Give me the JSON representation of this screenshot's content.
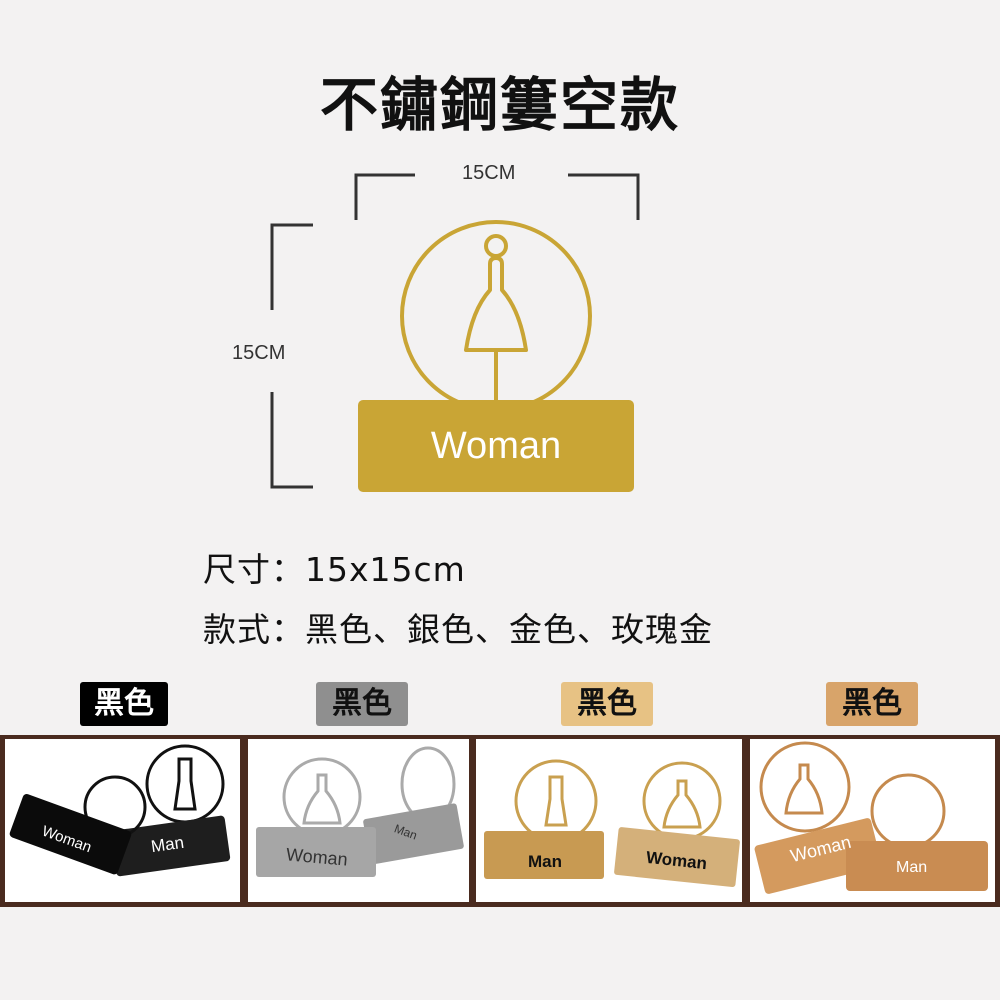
{
  "title": "不鏽鋼簍空款",
  "dimension_width": "15CM",
  "dimension_height": "15CM",
  "main_sign_label": "Woman",
  "spec_size": "尺寸：15x15cm",
  "spec_styles": "款式：黑色、銀色、金色、玫瑰金",
  "variants": [
    {
      "tag": "黑色",
      "tag_color": "#000000",
      "tag_text_color": "#ffffff",
      "woman_label": "Woman",
      "man_label": "Man"
    },
    {
      "tag": "黑色",
      "tag_color": "#8f8f8f",
      "tag_text_color": "#111111",
      "woman_label": "Woman",
      "man_label": "Man"
    },
    {
      "tag": "黑色",
      "tag_color": "#e7c284",
      "tag_text_color": "#111111",
      "woman_label": "Woman",
      "man_label": "Man"
    },
    {
      "tag": "黑色",
      "tag_color": "#d8a46a",
      "tag_text_color": "#111111",
      "woman_label": "Woman",
      "man_label": "Man"
    }
  ],
  "colors": {
    "gold": "#c9a535",
    "background": "#f3f2f2",
    "frame": "#4a2b1f"
  }
}
